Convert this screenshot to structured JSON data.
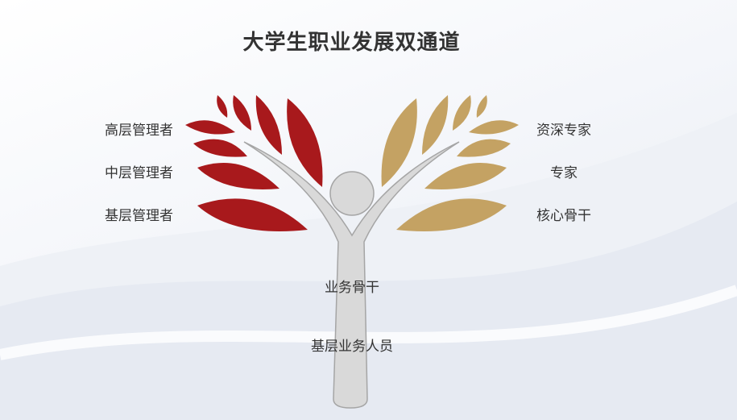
{
  "title": "大学生职业发展双通道",
  "colors": {
    "management": "#a8191c",
    "expert": "#c4a263",
    "figure": "#d9d9d9"
  },
  "management_track": [
    "高层管理者",
    "中层管理者",
    "基层管理者"
  ],
  "expert_track": [
    "资深专家",
    "专家",
    "核心骨干"
  ],
  "common_track": [
    "业务骨干",
    "基层业务人员"
  ]
}
